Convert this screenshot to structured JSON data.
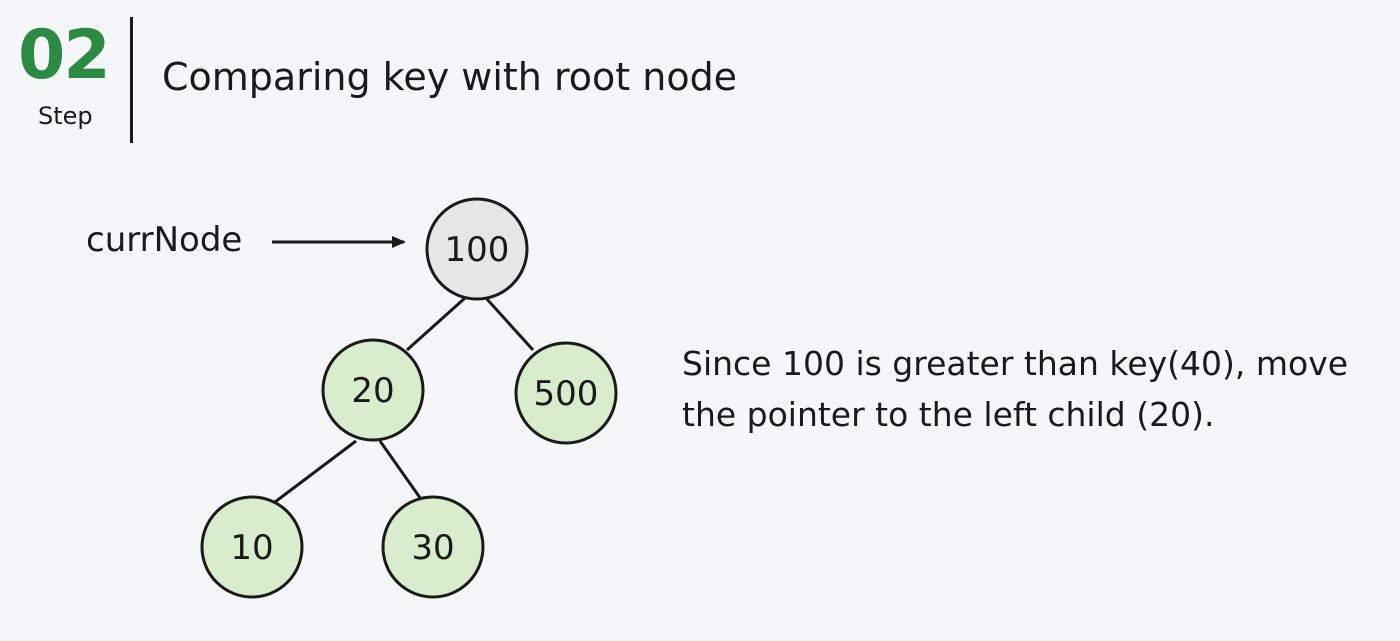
{
  "header": {
    "step_number": "02",
    "step_label": "Step",
    "title": "Comparing key with root node"
  },
  "pointer": {
    "label": "currNode"
  },
  "tree": {
    "nodes": [
      {
        "value": "100",
        "role": "current"
      },
      {
        "value": "20",
        "role": "normal"
      },
      {
        "value": "500",
        "role": "normal"
      },
      {
        "value": "10",
        "role": "normal"
      },
      {
        "value": "30",
        "role": "normal"
      }
    ]
  },
  "explanation": {
    "text": "Since 100 is greater than key(40), move the pointer to the left child (20)."
  },
  "colors": {
    "accent": "#2c8a45",
    "node_fill": "#d9eccd",
    "current_node_fill": "#e6e6e6",
    "stroke": "#1a1a1a",
    "background": "#f5f6f7"
  }
}
